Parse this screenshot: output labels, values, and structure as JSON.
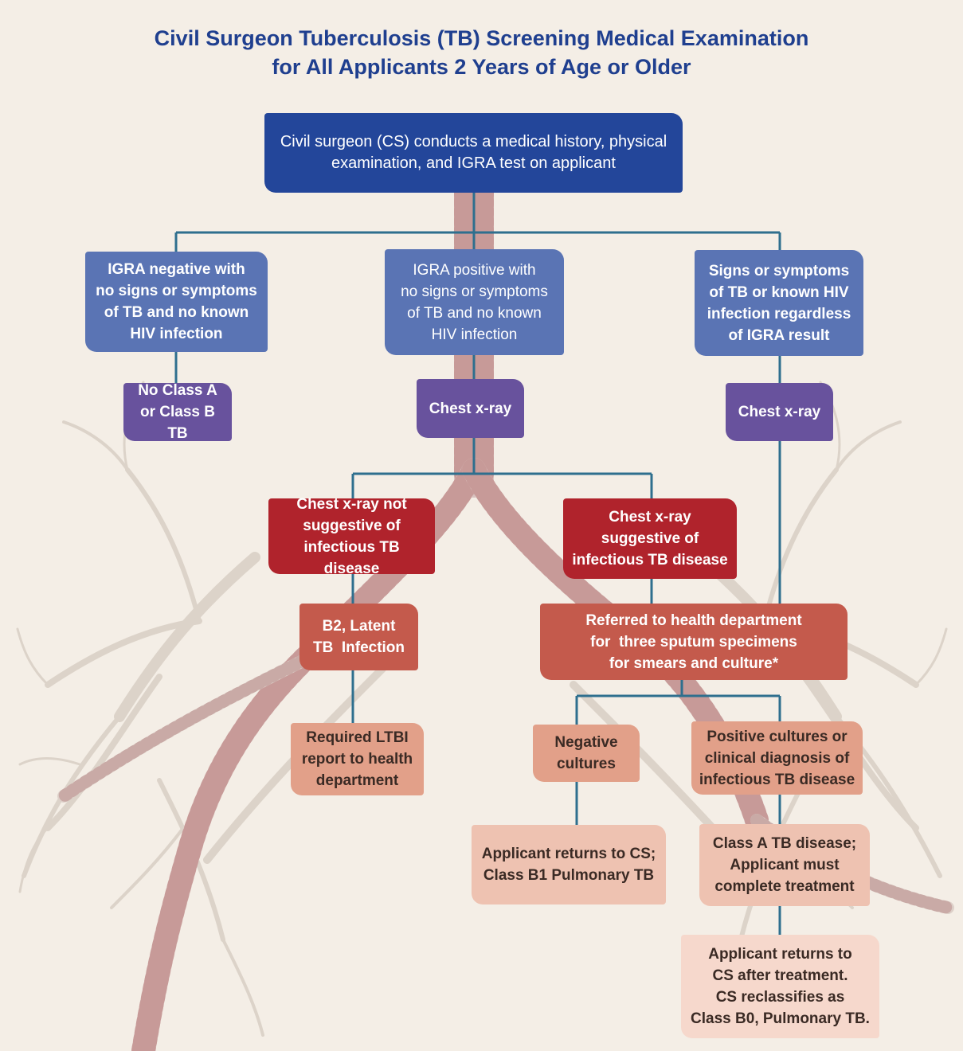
{
  "title": {
    "line1": "Civil Surgeon Tuberculosis (TB) Screening Medical Examination",
    "line2": "for All Applicants 2 Years of Age or Older"
  },
  "nodes": {
    "cs_exam": {
      "lines": [
        "Civil surgeon (CS) conducts a medical history, physical",
        "examination, and IGRA test on applicant"
      ]
    },
    "igra_negative": {
      "lines": [
        "IGRA negative with",
        "no signs or symptoms",
        "of TB and no known",
        "HIV infection"
      ]
    },
    "igra_positive": {
      "lines": [
        "IGRA positive with",
        "no signs or symptoms",
        "of TB and no known",
        "HIV infection"
      ]
    },
    "signs_symptoms": {
      "lines": [
        "Signs or symptoms",
        "of TB or known HIV",
        "infection regardless",
        "of IGRA result"
      ]
    },
    "no_class": {
      "lines": [
        "No Class A",
        "or Class B TB"
      ]
    },
    "chest_xray_mid": {
      "lines": [
        "Chest x-ray"
      ]
    },
    "chest_xray_right": {
      "lines": [
        "Chest x-ray"
      ]
    },
    "xray_not_suggestive": {
      "lines": [
        "Chest x-ray not",
        "suggestive of",
        "infectious TB disease"
      ]
    },
    "xray_suggestive": {
      "lines": [
        "Chest x-ray",
        "suggestive of",
        "infectious TB disease"
      ]
    },
    "b2_latent": {
      "lines": [
        "B2, Latent",
        "TB  Infection"
      ]
    },
    "referred": {
      "lines": [
        "Referred to health department",
        "for  three sputum specimens",
        "for smears and culture*"
      ]
    },
    "ltbi_report": {
      "lines": [
        "Required LTBI",
        "report to health",
        "department"
      ]
    },
    "negative_cultures": {
      "lines": [
        "Negative",
        "cultures"
      ]
    },
    "positive_cultures": {
      "lines": [
        "Positive cultures or",
        "clinical diagnosis of",
        "infectious TB disease"
      ]
    },
    "returns_b1": {
      "lines": [
        "Applicant returns to CS;",
        "Class B1 Pulmonary TB"
      ]
    },
    "class_a": {
      "lines": [
        "Class A TB disease;",
        "Applicant must",
        "complete treatment"
      ]
    },
    "reclassify_b0": {
      "lines": [
        "Applicant returns to",
        "CS after treatment.",
        "CS reclassifies as",
        "Class B0, Pulmonary TB."
      ]
    }
  },
  "colors": {
    "background": "#f4eee6",
    "title": "#1f3f8f",
    "connector": "#2e6f8e",
    "navy": "#23469a",
    "steel": "#5a74b4",
    "violet": "#68529d",
    "crimson": "#b0232c",
    "brick": "#c45a4c",
    "salmon": "#e2a089",
    "blush": "#eec2b1",
    "pale": "#f6d8cc",
    "lung_branch": "#d9d1c7",
    "trachea": "#c79a98"
  }
}
